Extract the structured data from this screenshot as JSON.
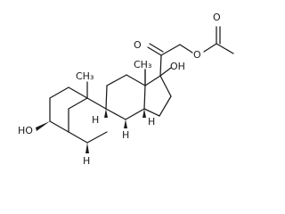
{
  "labels": {
    "ketone_o": "O",
    "ester_o": "O",
    "acetyl_o": "O",
    "c17_oh": "OH",
    "c3_ho": "HO",
    "c18_methyl": "CH₃",
    "c19_methyl": "CH₃",
    "h8": "H",
    "h9": "H",
    "h14": "H",
    "h5": "H"
  },
  "colors": {
    "ink": "#1a1a1a",
    "background": "#ffffff"
  }
}
